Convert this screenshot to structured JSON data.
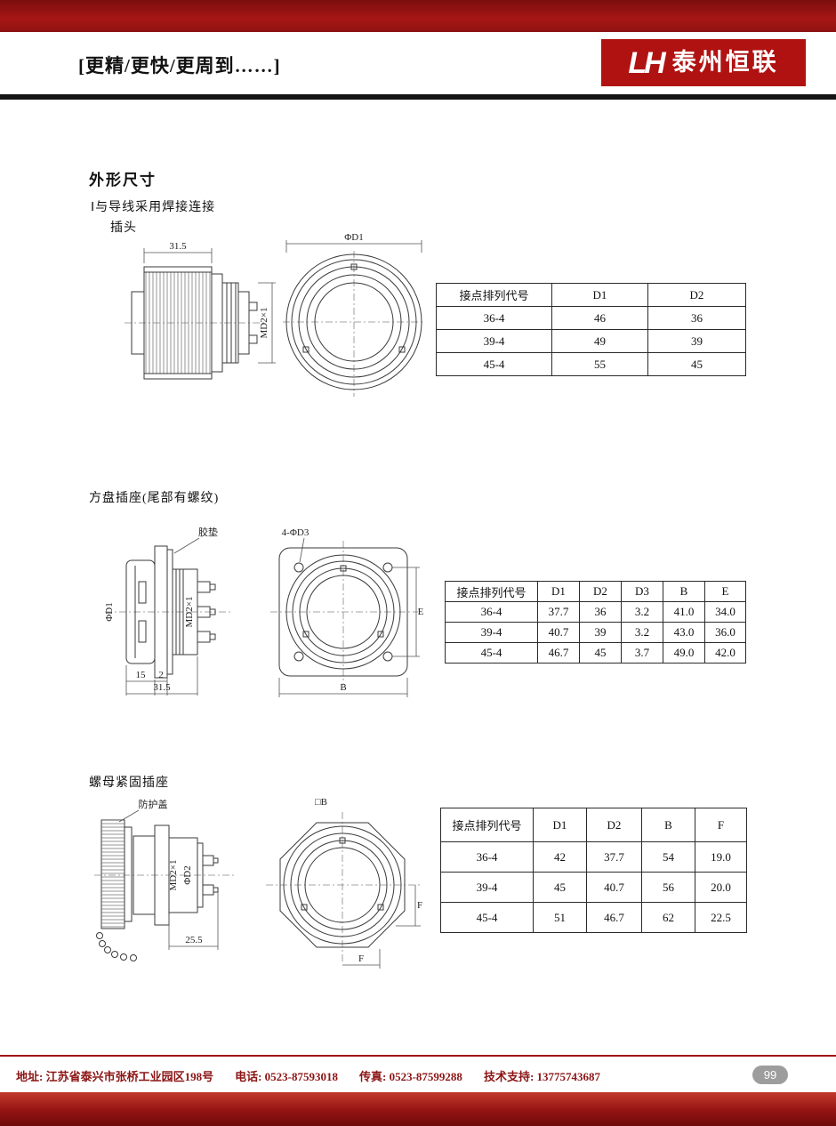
{
  "theme": {
    "brand_red": "#b01212",
    "footer_text_red": "#8c1414",
    "badge_gray": "#9d9d9d"
  },
  "header": {
    "slogan": "[更精/更快/更周到……]",
    "logo_mark": "LH",
    "logo_name": "泰州恒联"
  },
  "content": {
    "title": "外形尺寸",
    "sections": [
      {
        "note": "Ⅰ与导线采用焊接连接",
        "sub": "插头",
        "labels": {
          "dim_width": "31.5",
          "thread": "MD2×1",
          "dia": "ΦD1"
        },
        "table": {
          "headers": [
            "接点排列代号",
            "D1",
            "D2"
          ],
          "rows": [
            [
              "36-4",
              "46",
              "36"
            ],
            [
              "39-4",
              "49",
              "39"
            ],
            [
              "45-4",
              "55",
              "45"
            ]
          ]
        }
      },
      {
        "note": "方盘插座(尾部有螺纹)",
        "labels": {
          "gasket": "胶垫",
          "holes": "4-ΦD3",
          "dia1": "ΦD1",
          "thread": "MD2×1",
          "dim15": "15",
          "dim2": "2",
          "dim315": "31.5",
          "dimB": "B",
          "dimE": "E"
        },
        "table": {
          "headers": [
            "接点排列代号",
            "D1",
            "D2",
            "D3",
            "B",
            "E"
          ],
          "rows": [
            [
              "36-4",
              "37.7",
              "36",
              "3.2",
              "41.0",
              "34.0"
            ],
            [
              "39-4",
              "40.7",
              "39",
              "3.2",
              "43.0",
              "36.0"
            ],
            [
              "45-4",
              "46.7",
              "45",
              "3.7",
              "49.0",
              "42.0"
            ]
          ]
        }
      },
      {
        "note": "螺母紧固插座",
        "labels": {
          "cap": "防护盖",
          "squareB": "□B",
          "thread": "MD2×1",
          "dia2": "ΦD2",
          "dim255": "25.5",
          "dimF": "F"
        },
        "table": {
          "headers": [
            "接点排列代号",
            "D1",
            "D2",
            "B",
            "F"
          ],
          "rows": [
            [
              "36-4",
              "42",
              "37.7",
              "54",
              "19.0"
            ],
            [
              "39-4",
              "45",
              "40.7",
              "56",
              "20.0"
            ],
            [
              "45-4",
              "51",
              "46.7",
              "62",
              "22.5"
            ]
          ]
        }
      }
    ]
  },
  "footer": {
    "address": "地址: 江苏省泰兴市张桥工业园区198号",
    "phone": "电话: 0523-87593018",
    "fax": "传真: 0523-87599288",
    "support": "技术支持: 13775743687",
    "page": "99"
  }
}
